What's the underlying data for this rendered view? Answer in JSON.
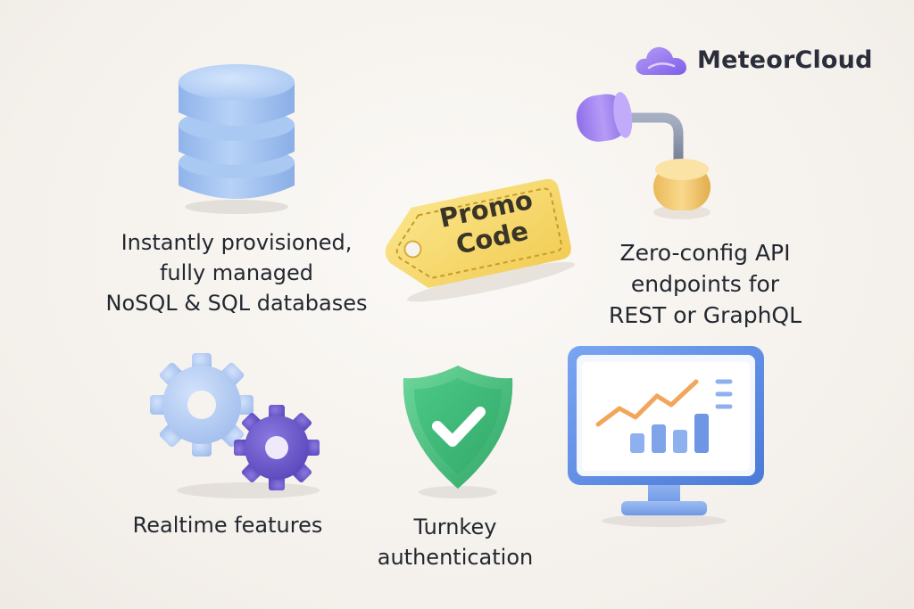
{
  "brand": {
    "name": "MeteorCloud",
    "logo_icon": "cloud-icon",
    "logo_color": "#8b6cf0"
  },
  "promo_tag": {
    "line1": "Promo",
    "line2": "Code",
    "color": "#f7d96a"
  },
  "features": {
    "databases": {
      "icon": "database-stack-icon",
      "lines": [
        "Instantly provisioned,",
        "fully managed",
        "NoSQL & SQL databases"
      ]
    },
    "api": {
      "icon": "api-connector-icon",
      "lines": [
        "Zero-config API",
        "endpoints for",
        "REST or GraphQL"
      ]
    },
    "realtime": {
      "icon": "gears-icon",
      "label": "Realtime features"
    },
    "auth": {
      "icon": "shield-check-icon",
      "lines": [
        "Turnkey",
        "authentication"
      ]
    },
    "analytics": {
      "icon": "monitor-chart-icon"
    }
  },
  "colors": {
    "background": "#f6f3ef",
    "database_blue": "#a9c8f2",
    "gear_light": "#b6cdf2",
    "gear_purple": "#6a58c8",
    "shield_green": "#3fba78",
    "monitor_blue": "#5b8ce8",
    "chart_orange": "#f2a55b",
    "connector_purple": "#a98cf3",
    "connector_yellow": "#f6cf7e"
  }
}
